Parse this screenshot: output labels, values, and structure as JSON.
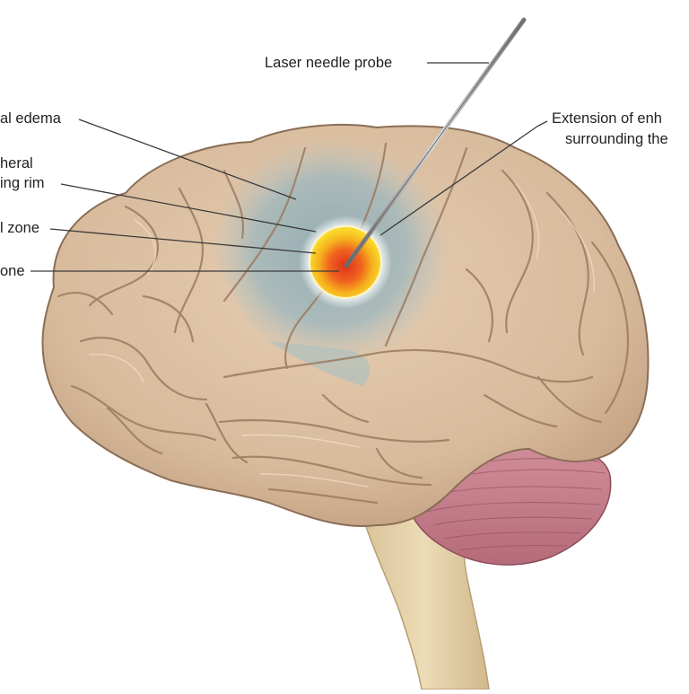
{
  "labels": {
    "probe": "Laser needle probe",
    "edema": "al edema",
    "rim_line1": "heral",
    "rim_line2": "ing rim",
    "zone_outer": "l zone",
    "zone_inner": "one",
    "extension_line1": "Extension of enh",
    "extension_line2": "surrounding the"
  },
  "colors": {
    "brain_tissue": "#dcc0a4",
    "brain_outline": "#8a6e55",
    "edema_blue": "#9fb8bf",
    "cerebellum": "#c57f8d",
    "brainstem": "#e6d2a8",
    "ablation_core": "#e63a1e",
    "ablation_rim": "#f7d21e",
    "leader_line": "#3a3a3a",
    "probe_shaft": "#8a8a8a"
  }
}
